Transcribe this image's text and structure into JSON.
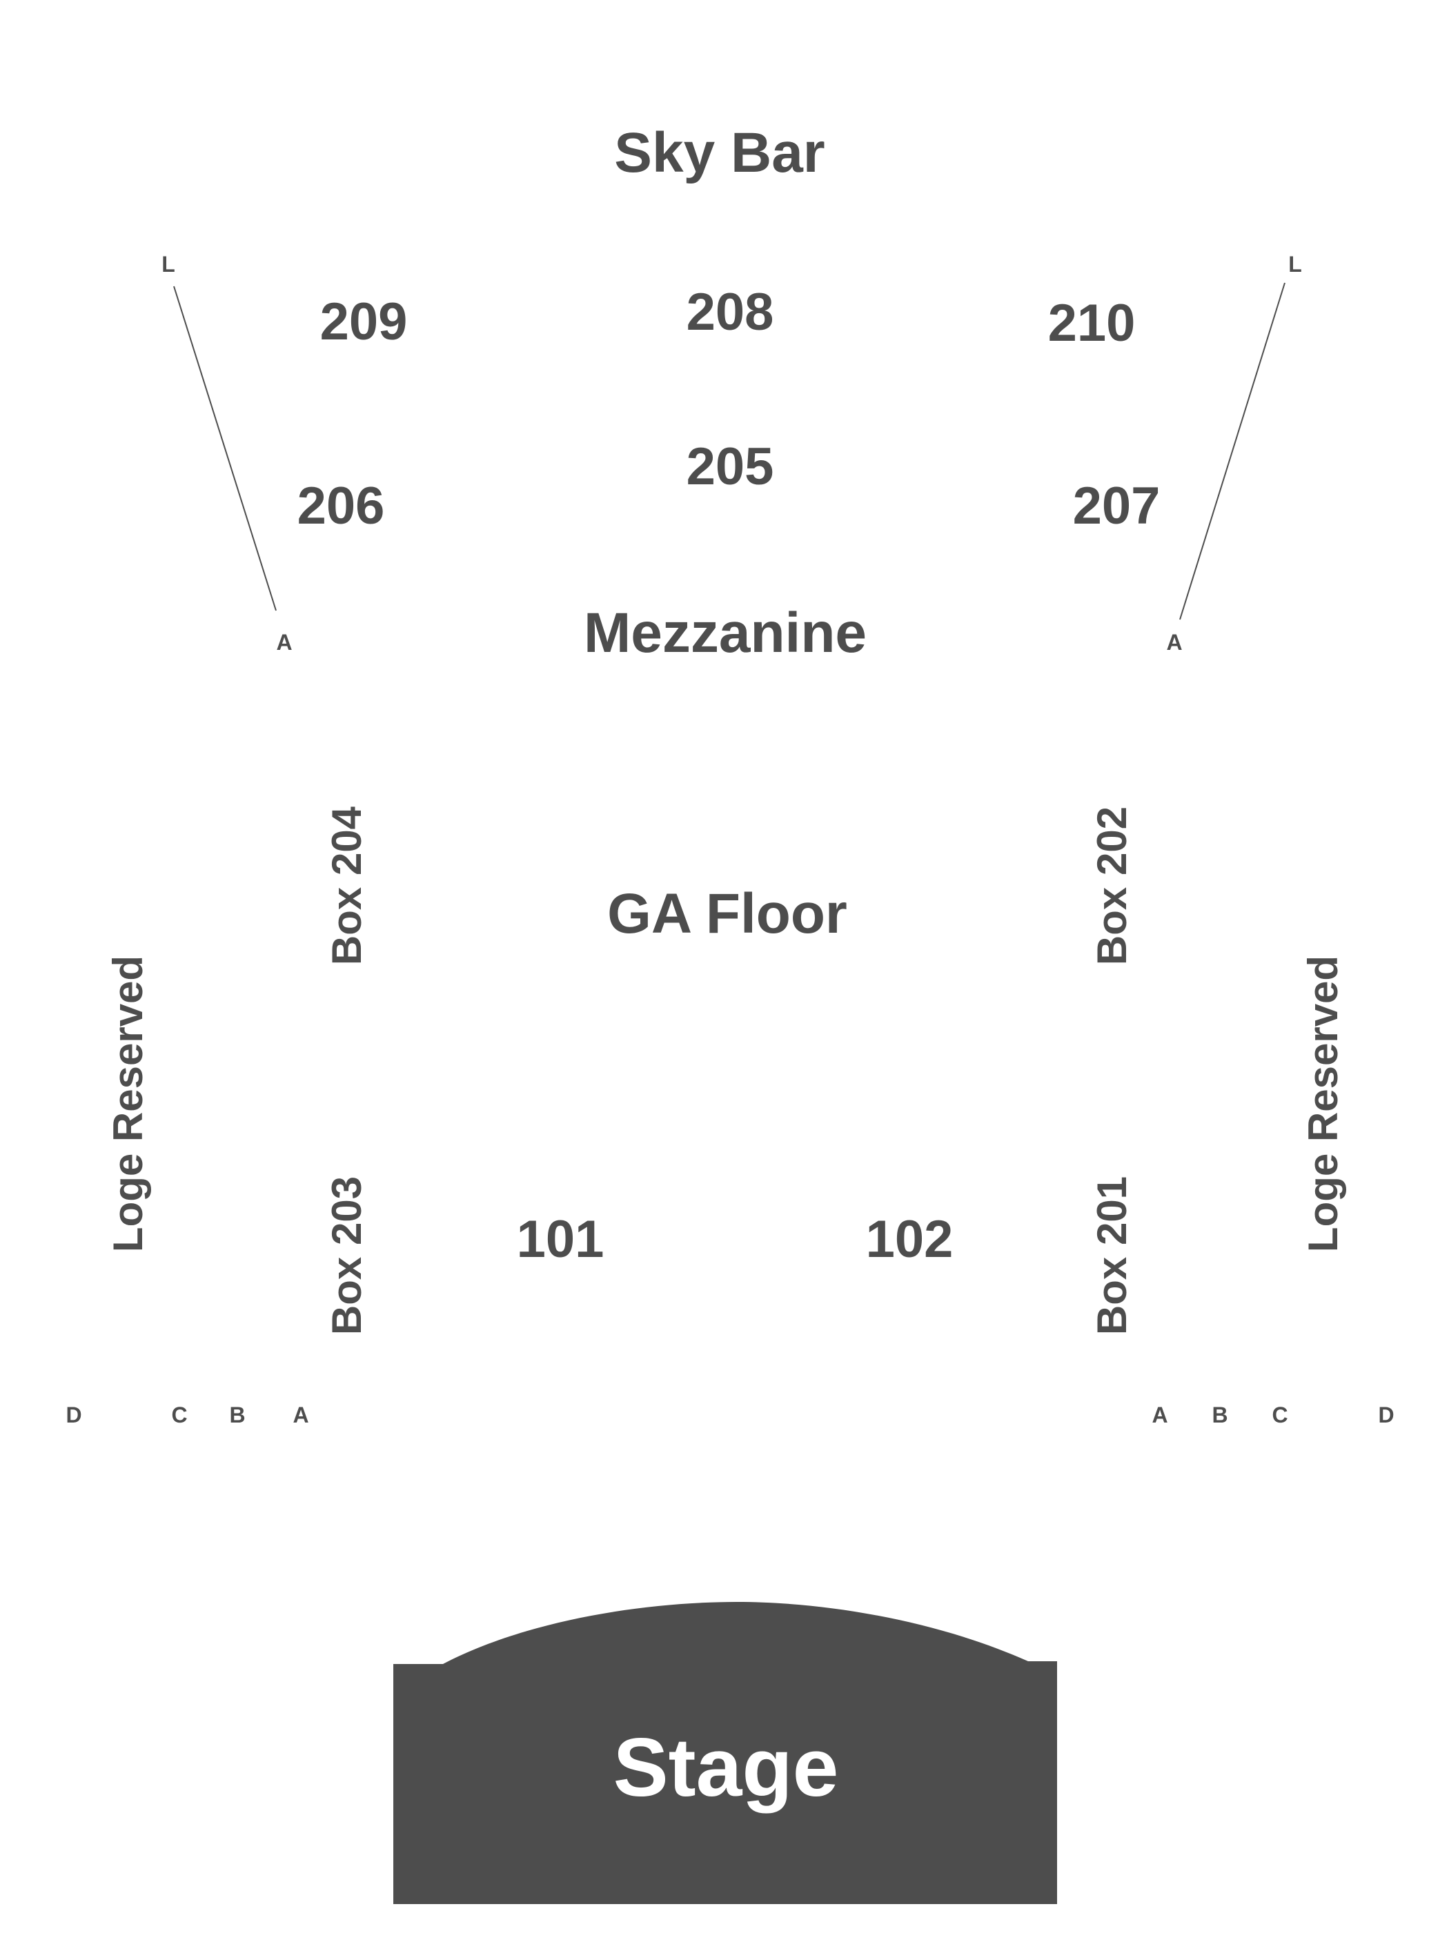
{
  "colors": {
    "text": "#4d4d4d",
    "stage": "#4d4d4d",
    "stage_text": "#ffffff",
    "line": "#4d4d4d"
  },
  "sections": {
    "sky_bar": "Sky Bar",
    "s209": "209",
    "s208": "208",
    "s210": "210",
    "s206": "206",
    "s205": "205",
    "s207": "207",
    "mezzanine": "Mezzanine",
    "ga_floor": "GA Floor",
    "s101": "101",
    "s102": "102",
    "box_204": "Box 204",
    "box_203": "Box 203",
    "box_202": "Box 202",
    "box_201": "Box 201",
    "loge_left": "Loge Reserved",
    "loge_right": "Loge Reserved",
    "stage": "Stage"
  },
  "rows": {
    "upper_left_top": "L",
    "upper_left_bottom": "A",
    "upper_right_top": "L",
    "upper_right_bottom": "A",
    "lower_left": [
      "D",
      "C",
      "B",
      "A"
    ],
    "lower_right": [
      "A",
      "B",
      "C",
      "D"
    ]
  }
}
